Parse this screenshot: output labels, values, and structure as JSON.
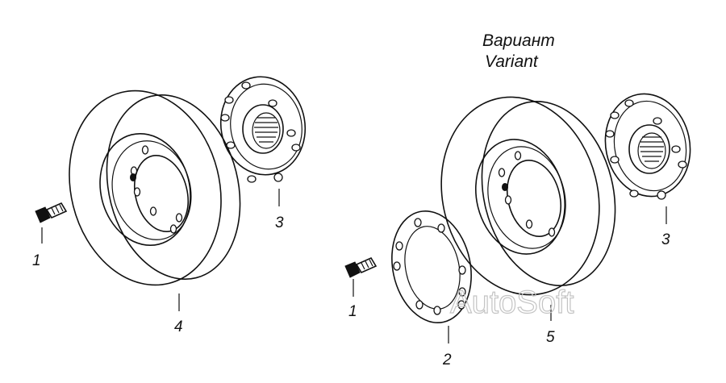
{
  "variant_label": {
    "ru": "Вариант",
    "en": "Variant"
  },
  "callouts": {
    "left_bolt": "1",
    "left_disc": "3",
    "left_damper": "4",
    "right_bolt": "1",
    "right_washer": "2",
    "right_disc": "3",
    "right_damper": "5"
  },
  "watermark": "AutoSoft"
}
